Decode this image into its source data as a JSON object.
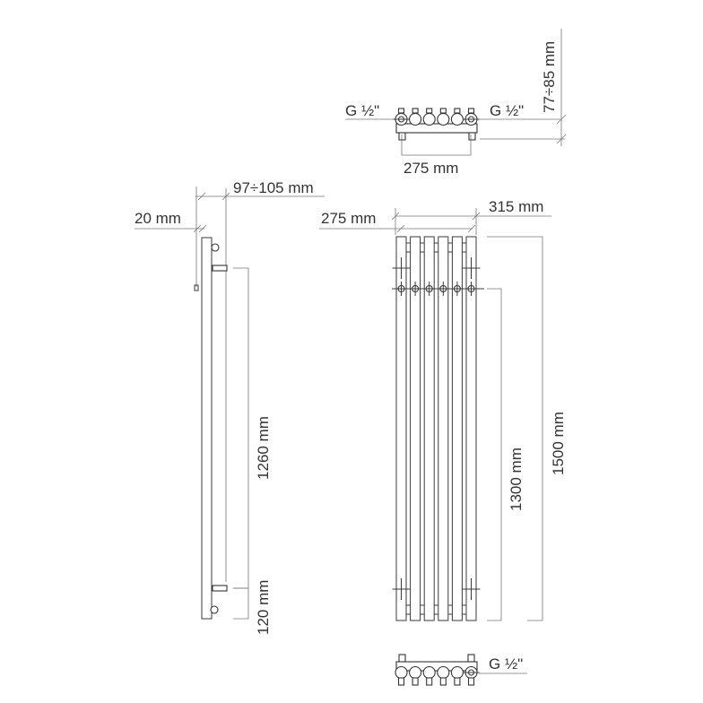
{
  "top_view": {
    "inlet_left": "G ½\"",
    "inlet_right": "G ½\"",
    "connection_spacing": "275 mm",
    "depth_range": "77÷85 mm"
  },
  "side_view": {
    "wall_distance": "97÷105 mm",
    "column_depth": "20 mm",
    "bracket_spacing": "1260 mm",
    "bottom_offset": "120 mm"
  },
  "front_view": {
    "connection_spacing": "275 mm",
    "total_width": "315 mm",
    "connection_height": "1300 mm",
    "total_height": "1500 mm",
    "columns": 6
  },
  "bottom_view": {
    "inlet": "G ½\""
  }
}
